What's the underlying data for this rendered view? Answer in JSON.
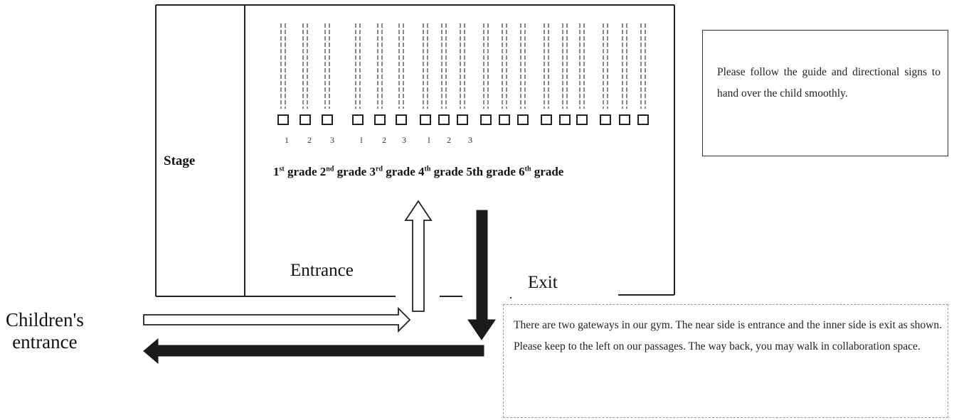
{
  "stage": {
    "label": "Stage"
  },
  "grades": [
    {
      "num": "1",
      "sup": "st",
      "word": "grade"
    },
    {
      "num": "2",
      "sup": "nd",
      "word": "grade"
    },
    {
      "num": "3",
      "sup": "rd",
      "word": "grade"
    },
    {
      "num": "4",
      "sup": "th",
      "word": "grade"
    },
    {
      "num": "5th",
      "sup": "",
      "word": "grade"
    },
    {
      "num": "6",
      "sup": "th",
      "word": "grade"
    }
  ],
  "class_numbers": [
    "1",
    "2",
    "3",
    "l",
    "2",
    "3",
    "l",
    "2",
    "3"
  ],
  "entrance": {
    "label": "Entrance"
  },
  "exit": {
    "label": "Exit"
  },
  "children_entrance": {
    "line1": "Children's",
    "line2": "entrance"
  },
  "guide_note": "Please follow the guide and directional signs to hand over the child smoothly.",
  "gateway_note": "There are two gateways in our gym. The near side is entrance and the inner side is exit as shown. Please keep to the left on our passages. The way back, you may walk in collaboration space.",
  "colors": {
    "line": "#222222",
    "arrow_fill": "#1a1a1a",
    "dash": "#555555"
  }
}
